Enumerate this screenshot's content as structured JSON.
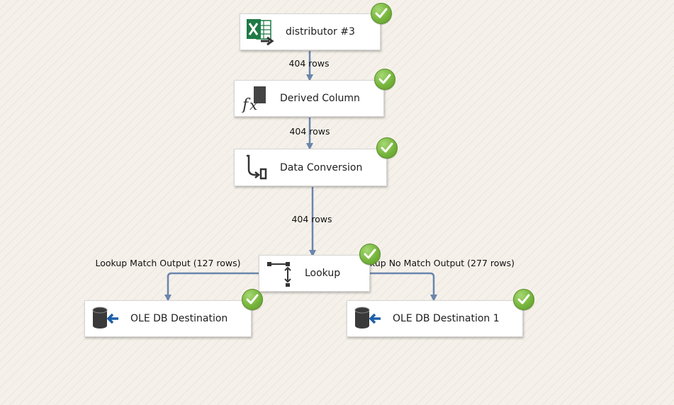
{
  "nodes": {
    "source": {
      "label": "distributor #3",
      "icon": "excel-source-icon",
      "status": "success"
    },
    "derived": {
      "label": "Derived Column",
      "icon": "fx-icon",
      "status": "success"
    },
    "conversion": {
      "label": "Data Conversion",
      "icon": "data-conversion-icon",
      "status": "success"
    },
    "lookup": {
      "label": "Lookup",
      "icon": "lookup-icon",
      "status": "success"
    },
    "dest1": {
      "label": "OLE DB Destination",
      "icon": "oledb-destination-icon",
      "status": "success"
    },
    "dest2": {
      "label": "OLE DB Destination 1",
      "icon": "oledb-destination-icon",
      "status": "success"
    }
  },
  "paths": {
    "p1": "404 rows",
    "p2": "404 rows",
    "p3": "404 rows",
    "match": "Lookup Match Output (127 rows)",
    "nomatch": "Lookup No Match Output (277 rows)"
  },
  "colors": {
    "connector": "#6b86ad",
    "success": "#77b53d",
    "excel": "#1f7a45",
    "oledb_arrow": "#1c5fa8"
  }
}
